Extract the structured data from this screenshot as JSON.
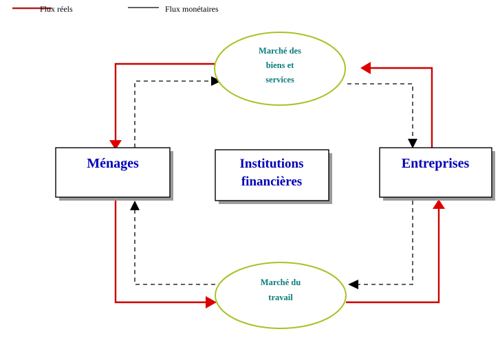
{
  "diagram": {
    "title": "Circuit economique - flux reels et flux monetaires",
    "legend": {
      "items": [
        {
          "label": "Flux réels",
          "color": "#b02020",
          "style": "solid",
          "icon": "legend-line-icon"
        },
        {
          "label": "Flux monétaires",
          "color": "#000000",
          "style": "solid",
          "icon": "legend-line-icon"
        }
      ]
    },
    "colors": {
      "flux_reels": "#cc0000",
      "flux_monetaires": "#000000",
      "ellipse_stroke": "#a8c224",
      "market_text": "#0c7b7b",
      "agent_text": "#0000bb",
      "box_stroke": "#000000",
      "box_shadow": "#9a9a9a",
      "background": "#ffffff"
    },
    "markets": [
      {
        "id": "marche-biens-services",
        "lines": [
          "Marché des",
          "biens et",
          "services"
        ],
        "shape": "ellipse"
      },
      {
        "id": "marche-travail",
        "lines": [
          "Marché du",
          "travail"
        ],
        "shape": "ellipse"
      }
    ],
    "agents": [
      {
        "id": "menages",
        "lines": [
          "Ménages"
        ],
        "shape": "box"
      },
      {
        "id": "institutions-financieres",
        "lines": [
          "Institutions",
          "financières"
        ],
        "shape": "box"
      },
      {
        "id": "entreprises",
        "lines": [
          "Entreprises"
        ],
        "shape": "box"
      }
    ],
    "flows": [
      {
        "id": "biens-vers-menages",
        "type": "Flux réels",
        "from": "marche-biens-services",
        "to": "menages"
      },
      {
        "id": "menages-vers-biens",
        "type": "Flux monétaires",
        "from": "menages",
        "to": "marche-biens-services"
      },
      {
        "id": "entreprises-vers-biens",
        "type": "Flux réels",
        "from": "entreprises",
        "to": "marche-biens-services"
      },
      {
        "id": "biens-vers-entreprises",
        "type": "Flux monétaires",
        "from": "marche-biens-services",
        "to": "entreprises"
      },
      {
        "id": "menages-vers-travail",
        "type": "Flux réels",
        "from": "menages",
        "to": "marche-travail"
      },
      {
        "id": "travail-vers-menages",
        "type": "Flux monétaires",
        "from": "marche-travail",
        "to": "menages"
      },
      {
        "id": "travail-vers-entreprises",
        "type": "Flux réels",
        "from": "marche-travail",
        "to": "entreprises"
      },
      {
        "id": "entreprises-vers-travail",
        "type": "Flux monétaires",
        "from": "entreprises",
        "to": "marche-travail"
      }
    ]
  }
}
